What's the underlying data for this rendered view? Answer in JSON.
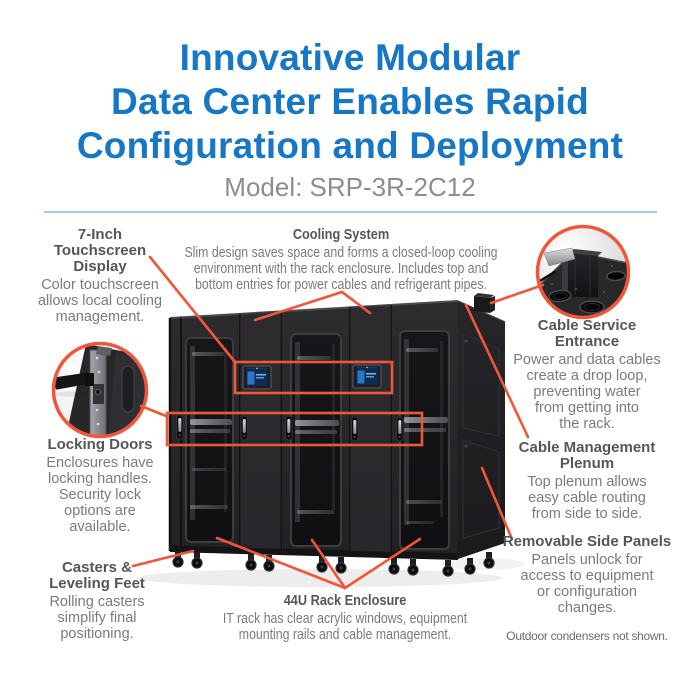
{
  "colors": {
    "accent": "#f15638",
    "brand_blue": "#1577c5",
    "heading": "#55565a",
    "body_text": "#7a7b7e",
    "divider": "#a8cbe4",
    "model_text": "#8b8d90",
    "footnote_text": "#6b6c6e"
  },
  "header": {
    "title_lines": [
      "Innovative Modular",
      "Data Center Enables Rapid",
      "Configuration and Deployment"
    ],
    "model": "Model: SRP-3R-2C12"
  },
  "callouts": {
    "touchscreen_display": {
      "title_lines": [
        "7-Inch",
        "Touchscreen",
        "Display"
      ],
      "body_lines": [
        "Color touchscreen",
        "allows local cooling",
        "management."
      ]
    },
    "cooling_system": {
      "title_lines": [
        "Cooling System"
      ],
      "body_lines": [
        "Slim design saves space and forms a closed-loop cooling",
        "environment with the rack enclosure. Includes top and",
        "bottom entries for power cables and refrigerant pipes."
      ]
    },
    "cable_service_entrance": {
      "title_lines": [
        "Cable Service",
        "Entrance"
      ],
      "body_lines": [
        "Power and data cables",
        "create a drop loop,",
        "preventing water",
        "from getting into",
        "the rack."
      ]
    },
    "locking_doors": {
      "title_lines": [
        "Locking Doors"
      ],
      "body_lines": [
        "Enclosures have",
        "locking handles.",
        "Security lock",
        "options are",
        "available."
      ]
    },
    "cable_management_plenum": {
      "title_lines": [
        "Cable Management",
        "Plenum"
      ],
      "body_lines": [
        "Top plenum allows",
        "easy cable routing",
        "from side to side."
      ]
    },
    "removable_side_panels": {
      "title_lines": [
        "Removable Side Panels"
      ],
      "body_lines": [
        "Panels unlock for",
        "access to equipment",
        "or configuration",
        "changes."
      ]
    },
    "casters_leveling_feet": {
      "title_lines": [
        "Casters &",
        "Leveling Feet"
      ],
      "body_lines": [
        "Rolling casters",
        "simplify final",
        "positioning."
      ]
    },
    "rack_enclosure": {
      "title_lines": [
        "44U Rack Enclosure"
      ],
      "body_lines": [
        "IT rack has clear acrylic windows, equipment",
        "mounting rails and cable management."
      ]
    }
  },
  "footnote": "Outdoor condensers not shown."
}
